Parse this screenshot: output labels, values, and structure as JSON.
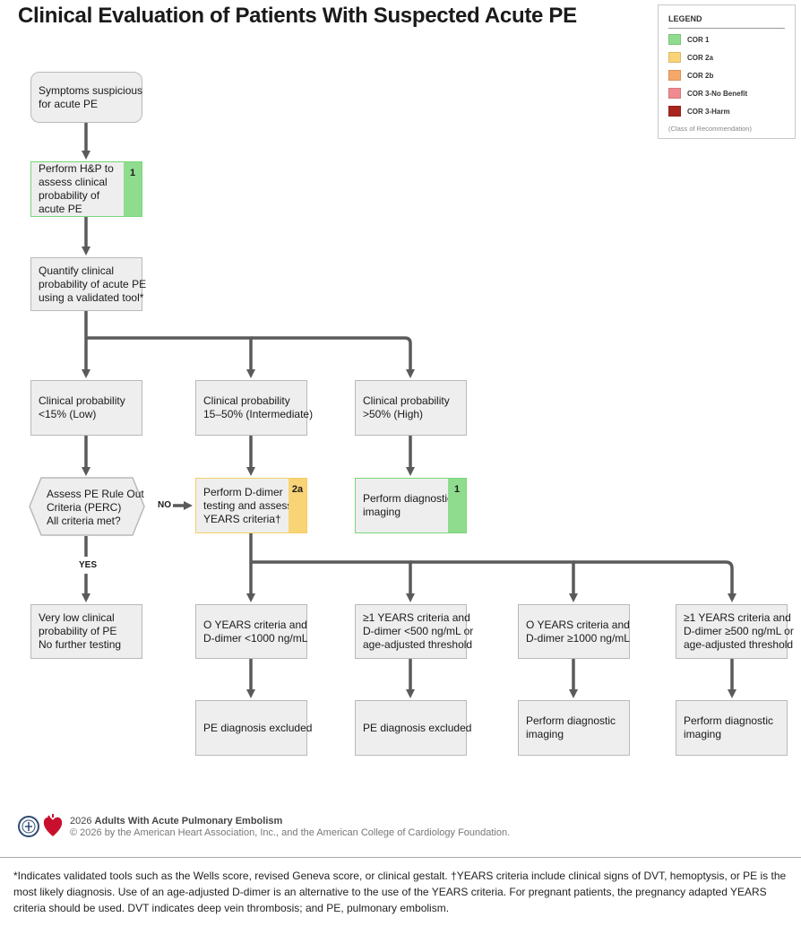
{
  "title": "Clinical Evaluation of Patients With Suspected Acute PE",
  "legend": {
    "title": "LEGEND",
    "items": [
      {
        "label": "COR 1",
        "color": "#8fdc8f"
      },
      {
        "label": "COR 2a",
        "color": "#f9d477"
      },
      {
        "label": "COR 2b",
        "color": "#f6a86a"
      },
      {
        "label": "COR 3-No Benefit",
        "color": "#f08a90"
      },
      {
        "label": "COR 3-Harm",
        "color": "#a8261f"
      }
    ],
    "note": "(Class of Recommendation)"
  },
  "nodes": {
    "symptoms": [
      "Symptoms suspicious",
      "for acute PE"
    ],
    "hp": {
      "lines": [
        "Perform H&P to",
        "assess clinical",
        "probability of",
        "acute PE"
      ],
      "cor": "1"
    },
    "quantify": [
      "Quantify clinical",
      "probability of acute PE",
      "using a validated tool*"
    ],
    "low": [
      "Clinical probability",
      "<15% (Low)"
    ],
    "intermediate": [
      "Clinical probability",
      "15–50% (Intermediate)"
    ],
    "high": [
      "Clinical probability",
      ">50% (High)"
    ],
    "perc": [
      "Assess PE Rule Out",
      "Criteria (PERC)",
      "All criteria met?"
    ],
    "ddimer": {
      "lines": [
        "Perform D-dimer",
        "testing and assess",
        "YEARS criteria†"
      ],
      "cor": "2a"
    },
    "imaging_high": {
      "lines": [
        "Perform diagnostic",
        "imaging"
      ],
      "cor": "1"
    },
    "very_low": [
      "Very low clinical",
      "probability of PE",
      "No further testing"
    ],
    "y0_lt1000": [
      "O YEARS criteria and",
      "D-dimer <1000 ng/mL"
    ],
    "y1_lt500": [
      "≥1 YEARS criteria and",
      "D-dimer <500 ng/mL or",
      "age-adjusted threshold"
    ],
    "y0_ge1000": [
      "O YEARS criteria and",
      "D-dimer ≥1000 ng/mL"
    ],
    "y1_ge500": [
      "≥1 YEARS criteria and",
      "D-dimer ≥500 ng/mL or",
      "age-adjusted threshold"
    ],
    "excluded_1": [
      "PE diagnosis excluded"
    ],
    "excluded_2": [
      "PE diagnosis excluded"
    ],
    "imaging_3": [
      "Perform diagnostic",
      "imaging"
    ],
    "imaging_4": [
      "Perform diagnostic",
      "imaging"
    ]
  },
  "edge_labels": {
    "no": "NO",
    "yes": "YES"
  },
  "footer": {
    "year": "2026",
    "title": "Adults With Acute Pulmonary Embolism",
    "copyright": "© 2026 by the American Heart Association, Inc., and the American College of Cardiology Foundation."
  },
  "footnote": "*Indicates validated tools such as the Wells score, revised Geneva score, or clinical gestalt. †YEARS criteria include clinical signs of DVT, hemoptysis, or PE is the most likely diagnosis. Use of an age-adjusted D-dimer is an alternative to the use of the YEARS criteria. For pregnant patients, the pregnancy adapted YEARS criteria should be used. DVT indicates deep vein thrombosis; and PE, pulmonary embolism."
}
